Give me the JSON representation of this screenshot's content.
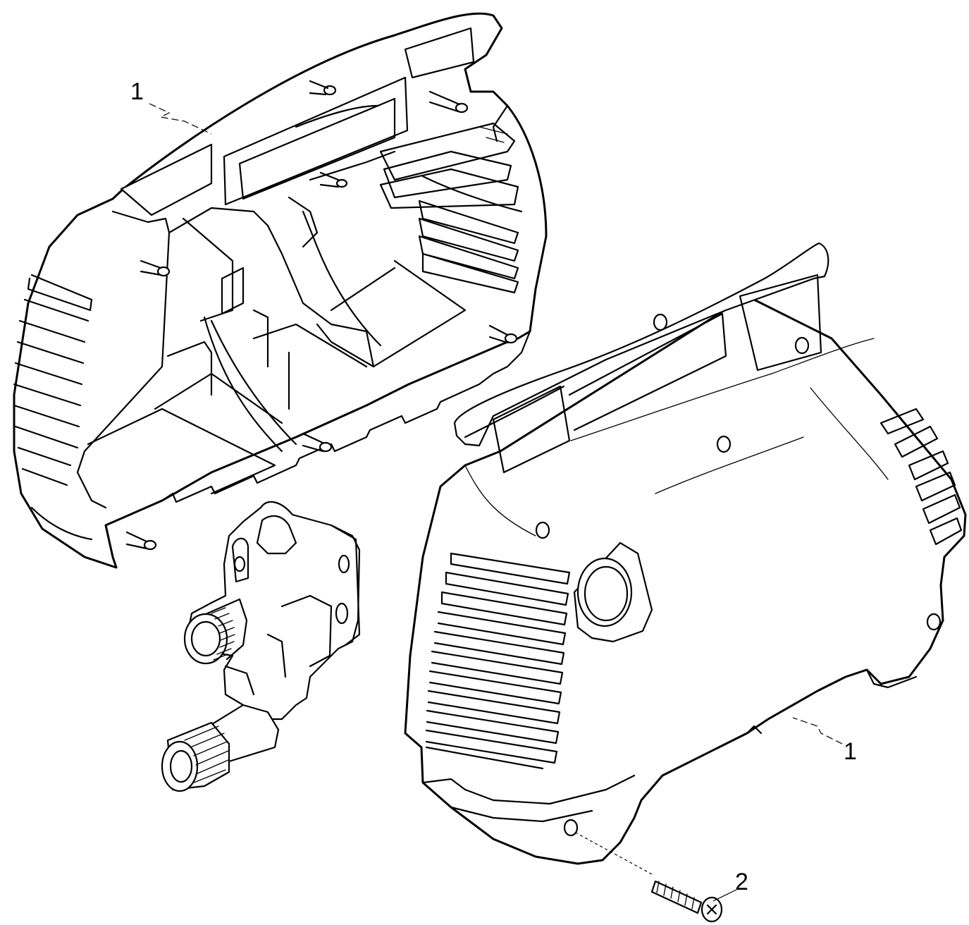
{
  "callouts": [
    {
      "id": "housing-rear",
      "label": "1"
    },
    {
      "id": "housing-front",
      "label": "1"
    },
    {
      "id": "screw",
      "label": "2"
    }
  ]
}
